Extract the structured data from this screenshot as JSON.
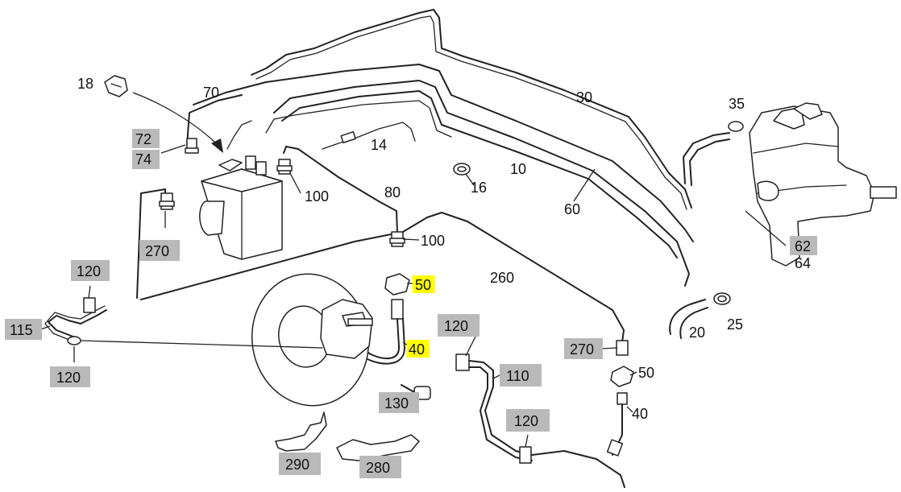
{
  "colors": {
    "line": "#222222",
    "label_box_grey": "#b9b9b9",
    "label_box_yellow": "#ffff00",
    "background": "#ffffff"
  },
  "labels": [
    {
      "id": "n18",
      "text": "18",
      "style": "plain"
    },
    {
      "id": "n70",
      "text": "70",
      "style": "plain"
    },
    {
      "id": "n72",
      "text": "72",
      "style": "grey"
    },
    {
      "id": "n74",
      "text": "74",
      "style": "grey"
    },
    {
      "id": "n14",
      "text": "14",
      "style": "plain"
    },
    {
      "id": "n30",
      "text": "30",
      "style": "plain"
    },
    {
      "id": "n35",
      "text": "35",
      "style": "plain"
    },
    {
      "id": "n16",
      "text": "16",
      "style": "plain"
    },
    {
      "id": "n10",
      "text": "10",
      "style": "plain"
    },
    {
      "id": "n100a",
      "text": "100",
      "style": "plain"
    },
    {
      "id": "n80",
      "text": "80",
      "style": "plain"
    },
    {
      "id": "n60",
      "text": "60",
      "style": "plain"
    },
    {
      "id": "n270a",
      "text": "270",
      "style": "grey"
    },
    {
      "id": "n100b",
      "text": "100",
      "style": "plain"
    },
    {
      "id": "n62",
      "text": "62",
      "style": "grey"
    },
    {
      "id": "n64",
      "text": "64",
      "style": "plain"
    },
    {
      "id": "n120a",
      "text": "120",
      "style": "grey"
    },
    {
      "id": "n50a",
      "text": "50",
      "style": "yellow"
    },
    {
      "id": "n260",
      "text": "260",
      "style": "plain"
    },
    {
      "id": "n115",
      "text": "115",
      "style": "grey"
    },
    {
      "id": "n120b",
      "text": "120",
      "style": "grey"
    },
    {
      "id": "n40a",
      "text": "40",
      "style": "yellow"
    },
    {
      "id": "n20",
      "text": "20",
      "style": "plain"
    },
    {
      "id": "n25",
      "text": "25",
      "style": "plain"
    },
    {
      "id": "n270b",
      "text": "270",
      "style": "grey"
    },
    {
      "id": "n50b",
      "text": "50",
      "style": "plain"
    },
    {
      "id": "n120c",
      "text": "120",
      "style": "grey"
    },
    {
      "id": "n110",
      "text": "110",
      "style": "grey"
    },
    {
      "id": "n130",
      "text": "130",
      "style": "grey"
    },
    {
      "id": "n40b",
      "text": "40",
      "style": "plain"
    },
    {
      "id": "n120d",
      "text": "120",
      "style": "grey"
    },
    {
      "id": "n290",
      "text": "290",
      "style": "grey"
    },
    {
      "id": "n280",
      "text": "280",
      "style": "grey"
    }
  ]
}
